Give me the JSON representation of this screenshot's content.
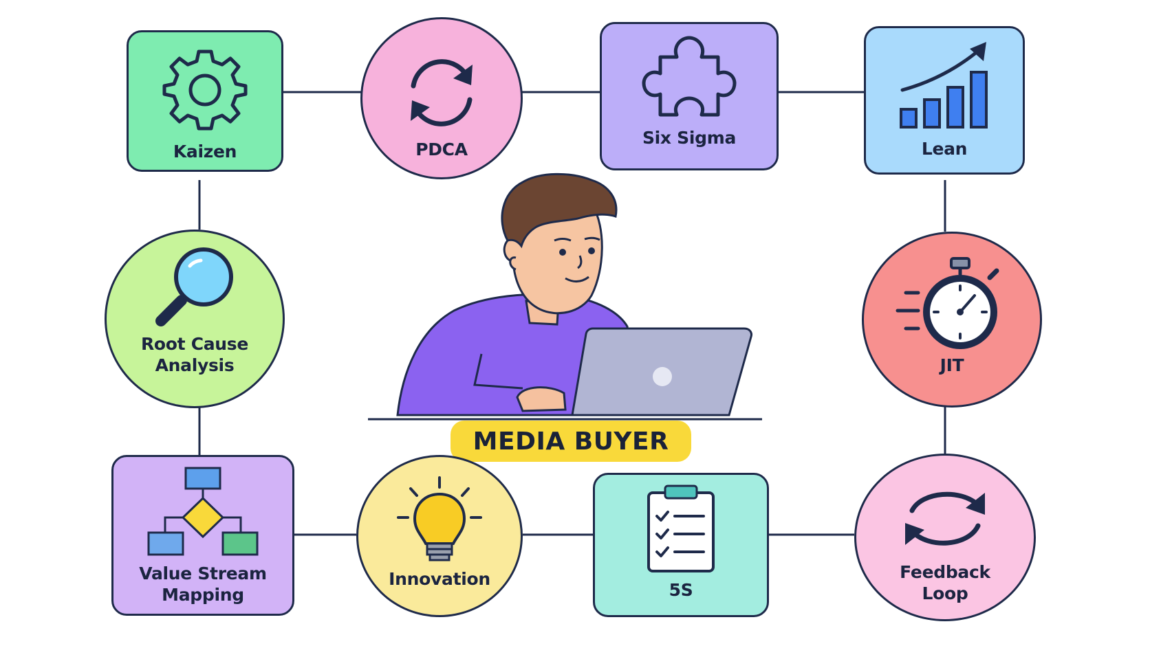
{
  "center": {
    "title": "MEDIA BUYER"
  },
  "nodes": {
    "kaizen": {
      "label": "Kaizen",
      "icon": "gear-icon",
      "color": "#7eecb0"
    },
    "pdca": {
      "label": "PDCA",
      "icon": "cycle-arrows-icon",
      "color": "#f7b2dc"
    },
    "six_sigma": {
      "label": "Six Sigma",
      "icon": "puzzle-piece-icon",
      "color": "#bcaef9"
    },
    "lean": {
      "label": "Lean",
      "icon": "growth-chart-icon",
      "color": "#a9dafc"
    },
    "root_cause": {
      "label_line1": "Root Cause",
      "label_line2": "Analysis",
      "icon": "magnifier-icon",
      "color": "#c7f49a"
    },
    "jit": {
      "label": "JIT",
      "icon": "stopwatch-icon",
      "color": "#f7908f"
    },
    "value_stream": {
      "label_line1": "Value Stream",
      "label_line2": "Mapping",
      "icon": "flowchart-icon",
      "color": "#d2b3f7"
    },
    "innovation": {
      "label": "Innovation",
      "icon": "lightbulb-icon",
      "color": "#faea9b"
    },
    "five_s": {
      "label": "5S",
      "icon": "checklist-icon",
      "color": "#a3ede0"
    },
    "feedback": {
      "label_line1": "Feedback",
      "label_line2": "Loop",
      "icon": "feedback-cycle-icon",
      "color": "#fbc5e3"
    }
  }
}
